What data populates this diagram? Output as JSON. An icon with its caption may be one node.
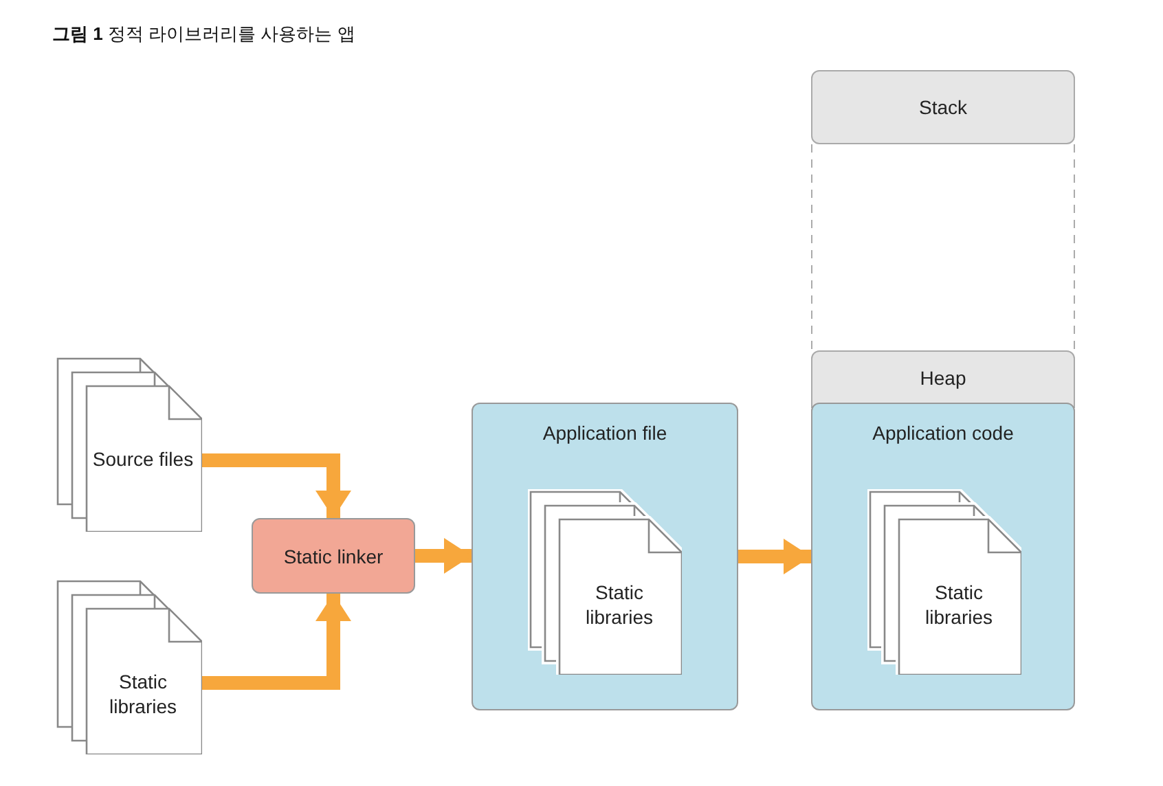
{
  "diagram": {
    "title": "**그림 1** 정적 라이브러리를 사용하는 앱",
    "nodes": [
      {
        "text": [
          "Source files"
        ]
      },
      {
        "text": [
          "Static libraries"
        ]
      },
      {
        "text": [
          "Static linker"
        ]
      },
      {
        "text": [
          "Application file"
        ]
      },
      {
        "text": [
          "Static libraries"
        ],
        "in": 3
      },
      {
        "text": [
          "Stack"
        ]
      },
      {
        "text": [
          "Heap"
        ]
      },
      {
        "text": [
          "Application code"
        ]
      },
      {
        "text": [
          "Static libraries"
        ],
        "in": 7
      }
    ],
    "edges": [
      {
        "from": 0,
        "to": 2,
        "arrow": "to"
      },
      {
        "from": 1,
        "to": 2,
        "arrow": "to"
      },
      {
        "from": 2,
        "to": 3,
        "arrow": "to"
      },
      {
        "from": 3,
        "to": 7,
        "arrow": "to"
      }
    ]
  }
}
